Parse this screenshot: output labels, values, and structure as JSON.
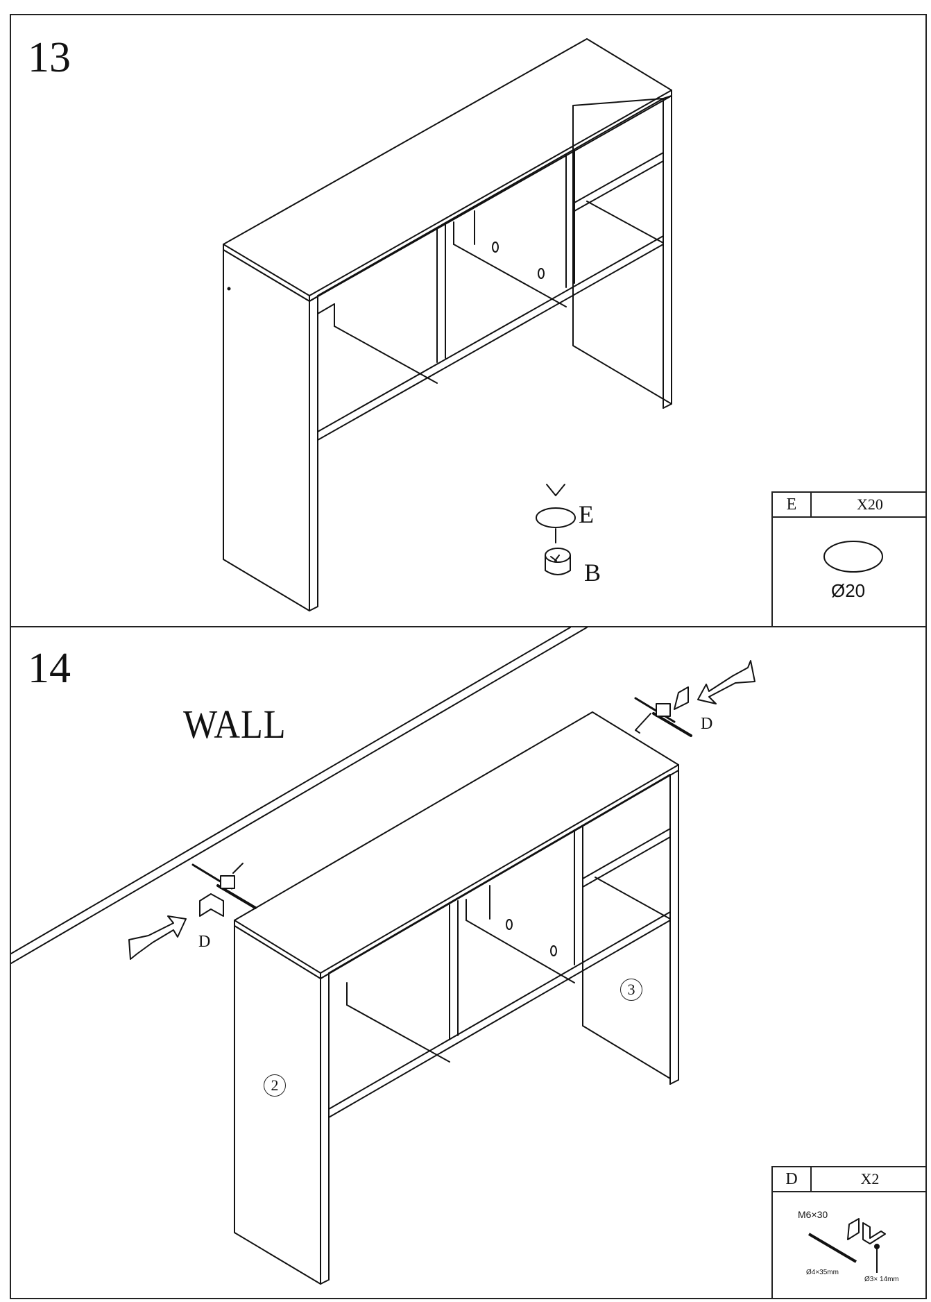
{
  "step13": {
    "number": "13",
    "labels": {
      "cap": "E",
      "cam": "B"
    },
    "legend": {
      "part": "E",
      "qty": "X20",
      "size": "Ø20"
    }
  },
  "step14": {
    "number": "14",
    "wall_label": "WALL",
    "bracket_label_right": "D",
    "bracket_label_left": "D",
    "panel_left": "2",
    "panel_right": "3",
    "legend": {
      "part": "D",
      "qty": "X2",
      "bolt": "M6×30",
      "dowel": "Ø4×35mm",
      "screw": "Ø3× 14mm"
    }
  }
}
